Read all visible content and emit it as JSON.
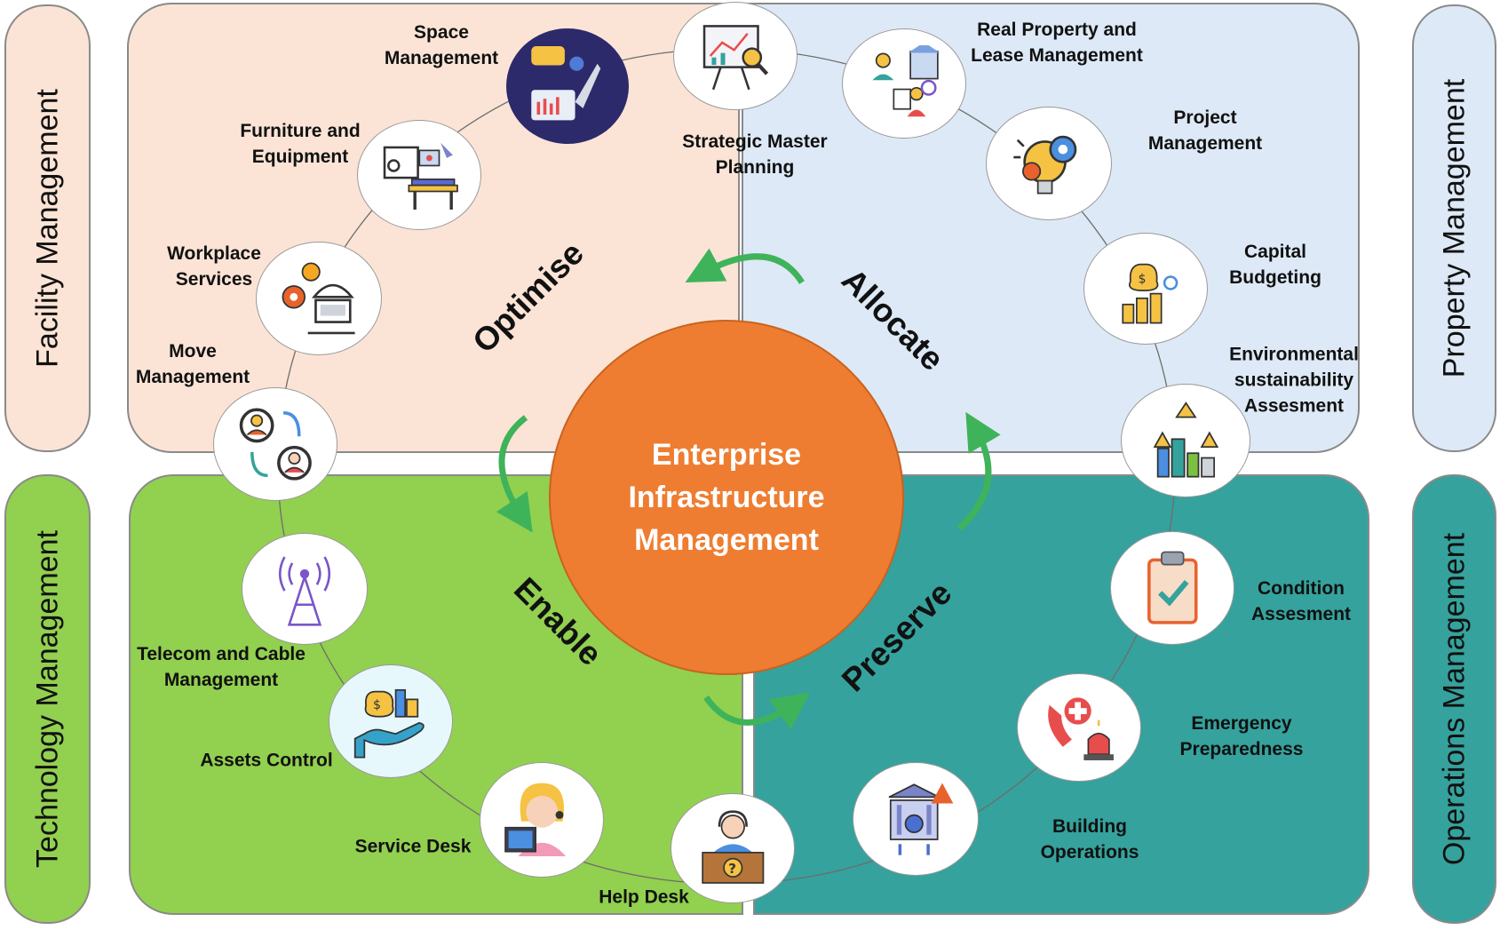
{
  "diagram": {
    "center": "Enterprise\nInfrastructure\nManagement",
    "side_labels": {
      "facility": "Facility Management",
      "technology": "Technology Management",
      "property": "Property Management",
      "operations": "Operations Management"
    },
    "phases": {
      "optimise": "Optimise",
      "allocate": "Allocate",
      "enable": "Enable",
      "preserve": "Preserve"
    },
    "nodes": {
      "space": "Space\nManagement",
      "strategic": "Strategic Master\nPlanning",
      "realprop": "Real Property and\nLease Management",
      "project": "Project\nManagement",
      "capital": "Capital\nBudgeting",
      "environmental": "Environmental\nsustainability\nAssesment",
      "condition": "Condition\nAssesment",
      "emergency": "Emergency\nPreparedness",
      "building": "Building\nOperations",
      "helpdesk": "Help Desk",
      "servicedesk": "Service Desk",
      "assets": "Assets Control",
      "telecom": "Telecom and Cable\nManagement",
      "move": "Move\nManagement",
      "workplace": "Workplace\nServices",
      "furniture": "Furniture and\nEquipment"
    },
    "colors": {
      "facility": "#fbe4d6",
      "property": "#dde9f6",
      "technology": "#92d050",
      "operations": "#35a29d",
      "center": "#ee7d31",
      "arrows": "#3fb35a"
    }
  }
}
